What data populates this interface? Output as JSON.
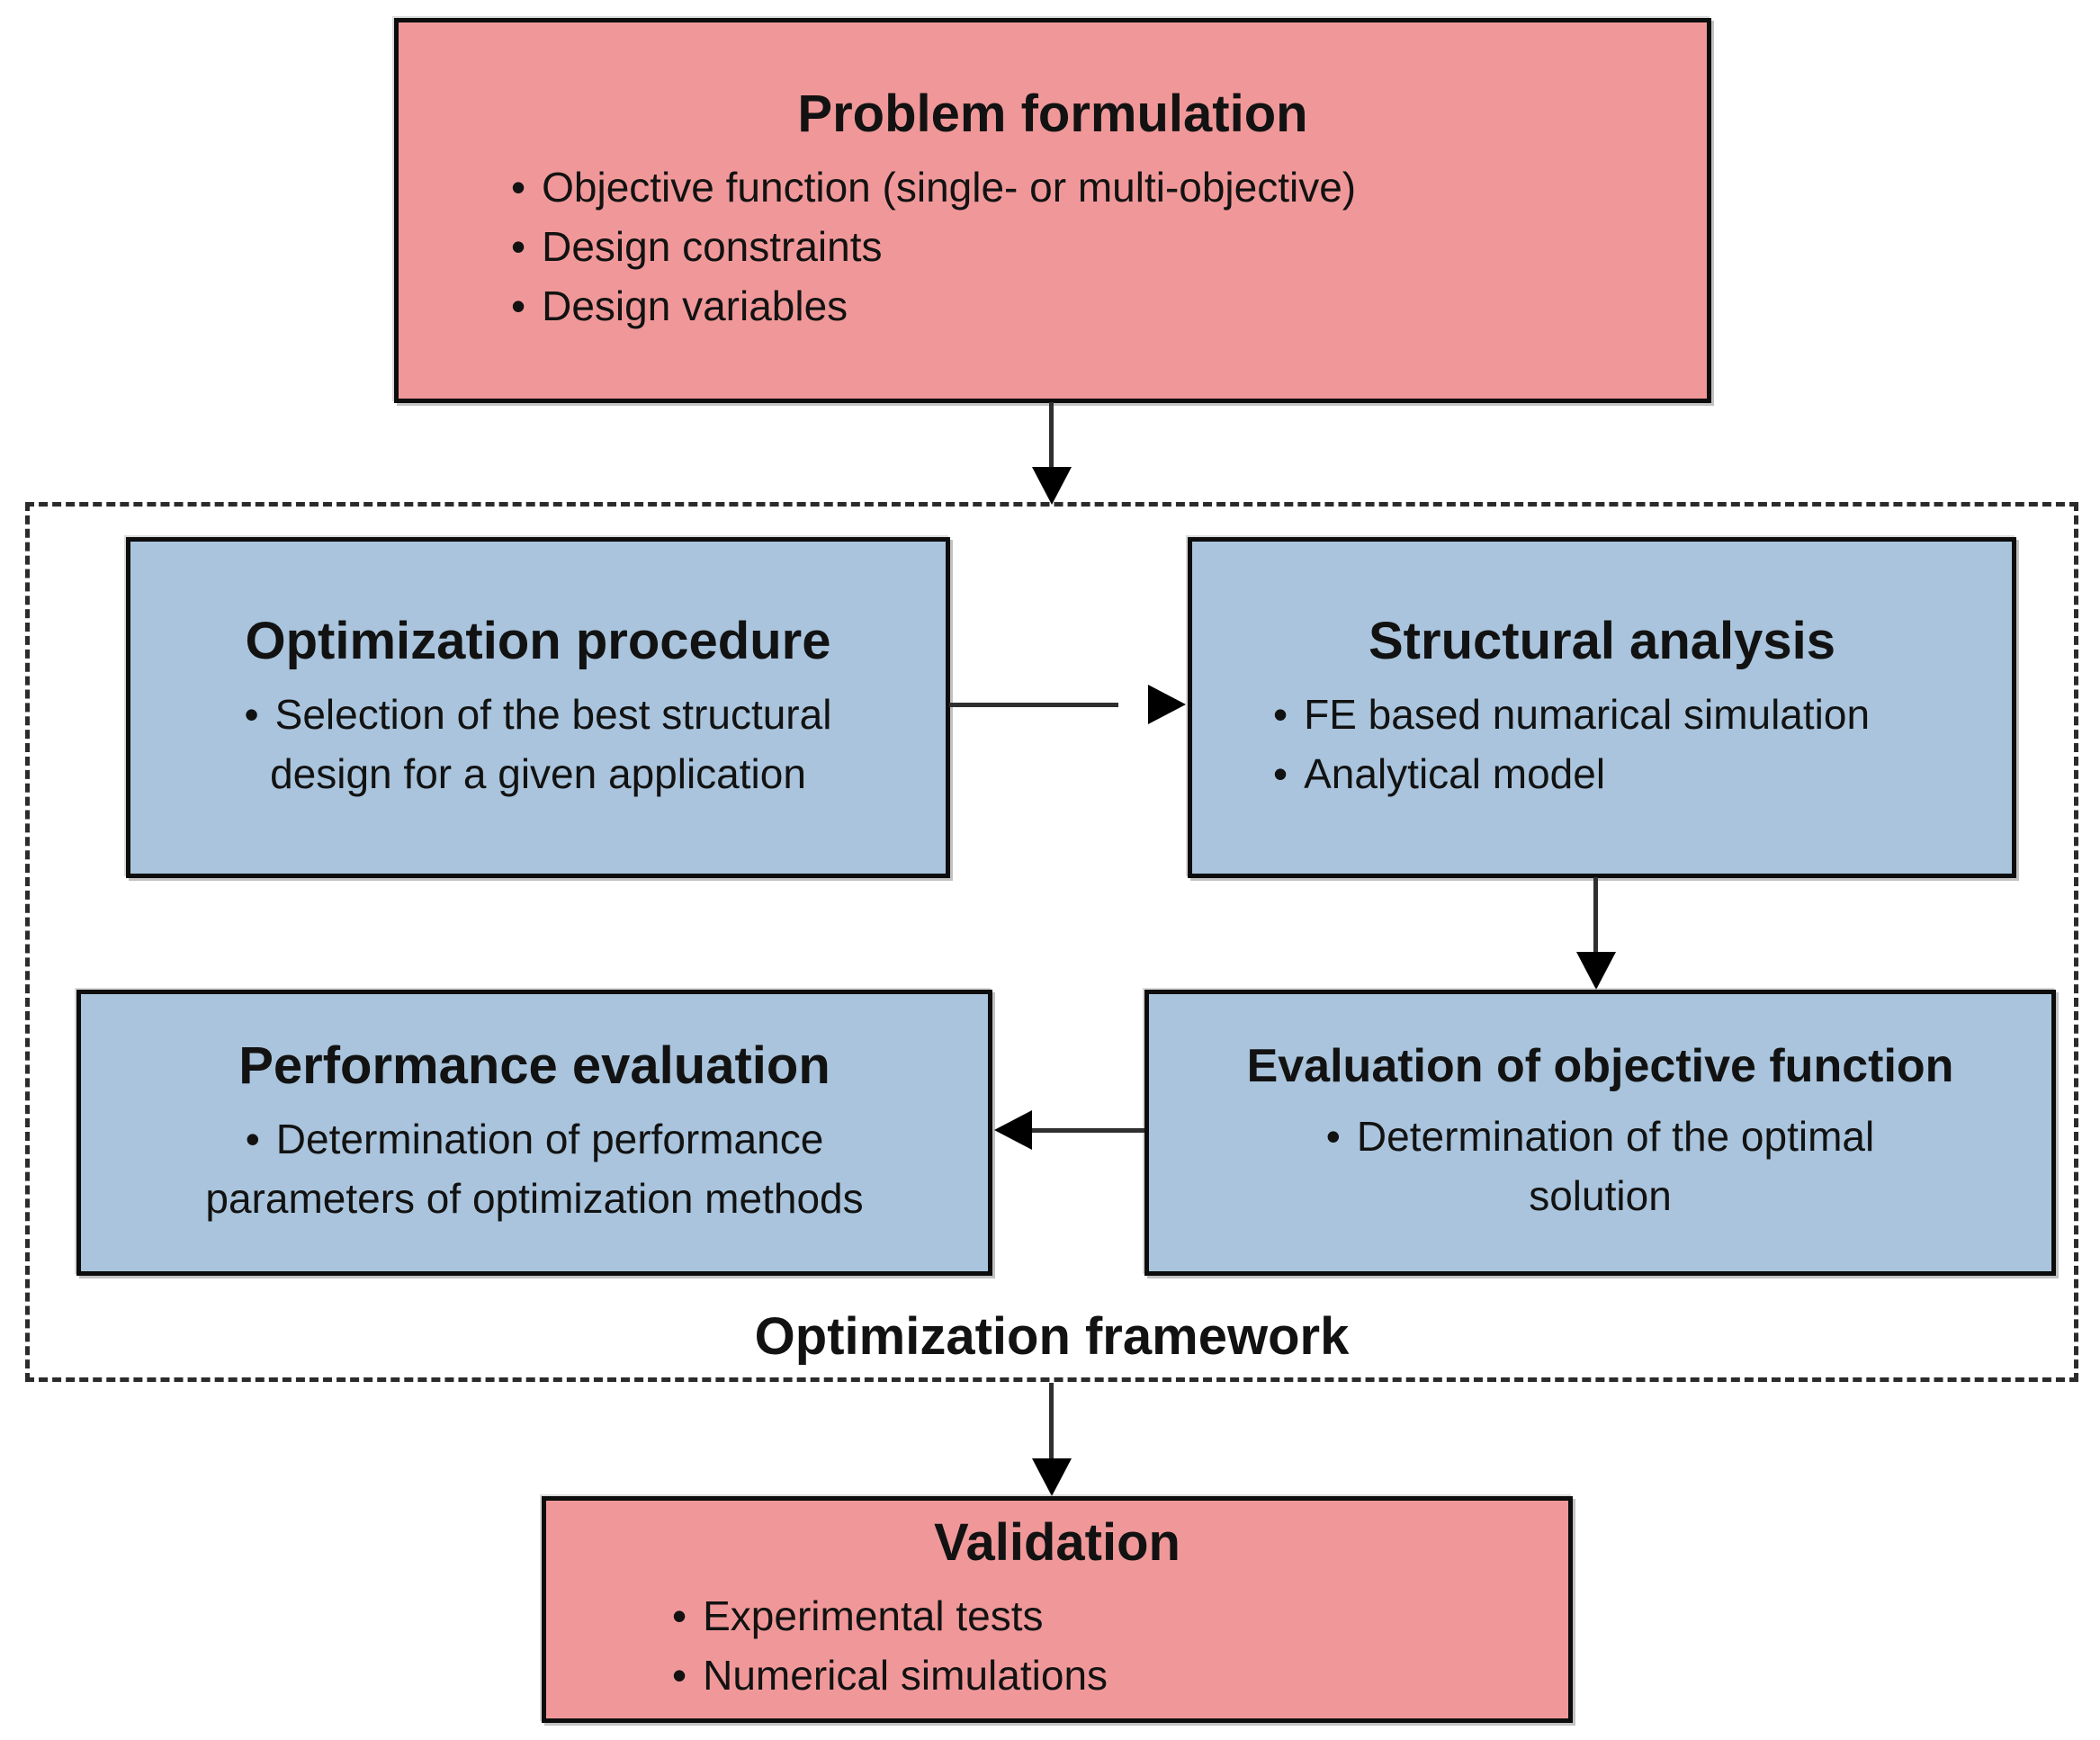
{
  "ui": {
    "bullet": "•"
  },
  "diagram": {
    "nodes": {
      "problem": {
        "title": "Problem formulation",
        "bullets": [
          "Objective function (single- or multi-objective)",
          "Design constraints",
          "Design variables"
        ],
        "fill": "#F09899"
      },
      "optimization_procedure": {
        "title": "Optimization procedure",
        "bullets": [
          "Selection of the best structural design for a given application"
        ],
        "fill": "#A9C4DC"
      },
      "structural_analysis": {
        "title": "Structural analysis",
        "bullets": [
          "FE based numarical simulation",
          "Analytical model"
        ],
        "fill": "#A9C4DC"
      },
      "performance_evaluation": {
        "title": "Performance evaluation",
        "bullets": [
          "Determination of performance parameters of optimization methods"
        ],
        "fill": "#A9C4DC"
      },
      "evaluation_of_objective_function": {
        "title": "Evaluation of objective function",
        "bullets": [
          "Determination of the optimal solution"
        ],
        "fill": "#A9C4DC"
      },
      "validation": {
        "title": "Validation",
        "bullets": [
          "Experimental tests",
          "Numerical simulations"
        ],
        "fill": "#F09899"
      }
    },
    "framework_label": "Optimization framework",
    "colors": {
      "pink": "#F09899",
      "blue": "#A9C4DC",
      "box_border": "#0d0d0d",
      "dashed_border": "#2b2b2b",
      "arrow": "#000000"
    },
    "arrows": [
      {
        "from": "problem",
        "to": "optimization_framework"
      },
      {
        "from": "optimization_procedure",
        "to": "structural_analysis"
      },
      {
        "from": "structural_analysis",
        "to": "evaluation_of_objective_function"
      },
      {
        "from": "evaluation_of_objective_function",
        "to": "performance_evaluation"
      },
      {
        "from": "optimization_framework",
        "to": "validation"
      }
    ]
  }
}
